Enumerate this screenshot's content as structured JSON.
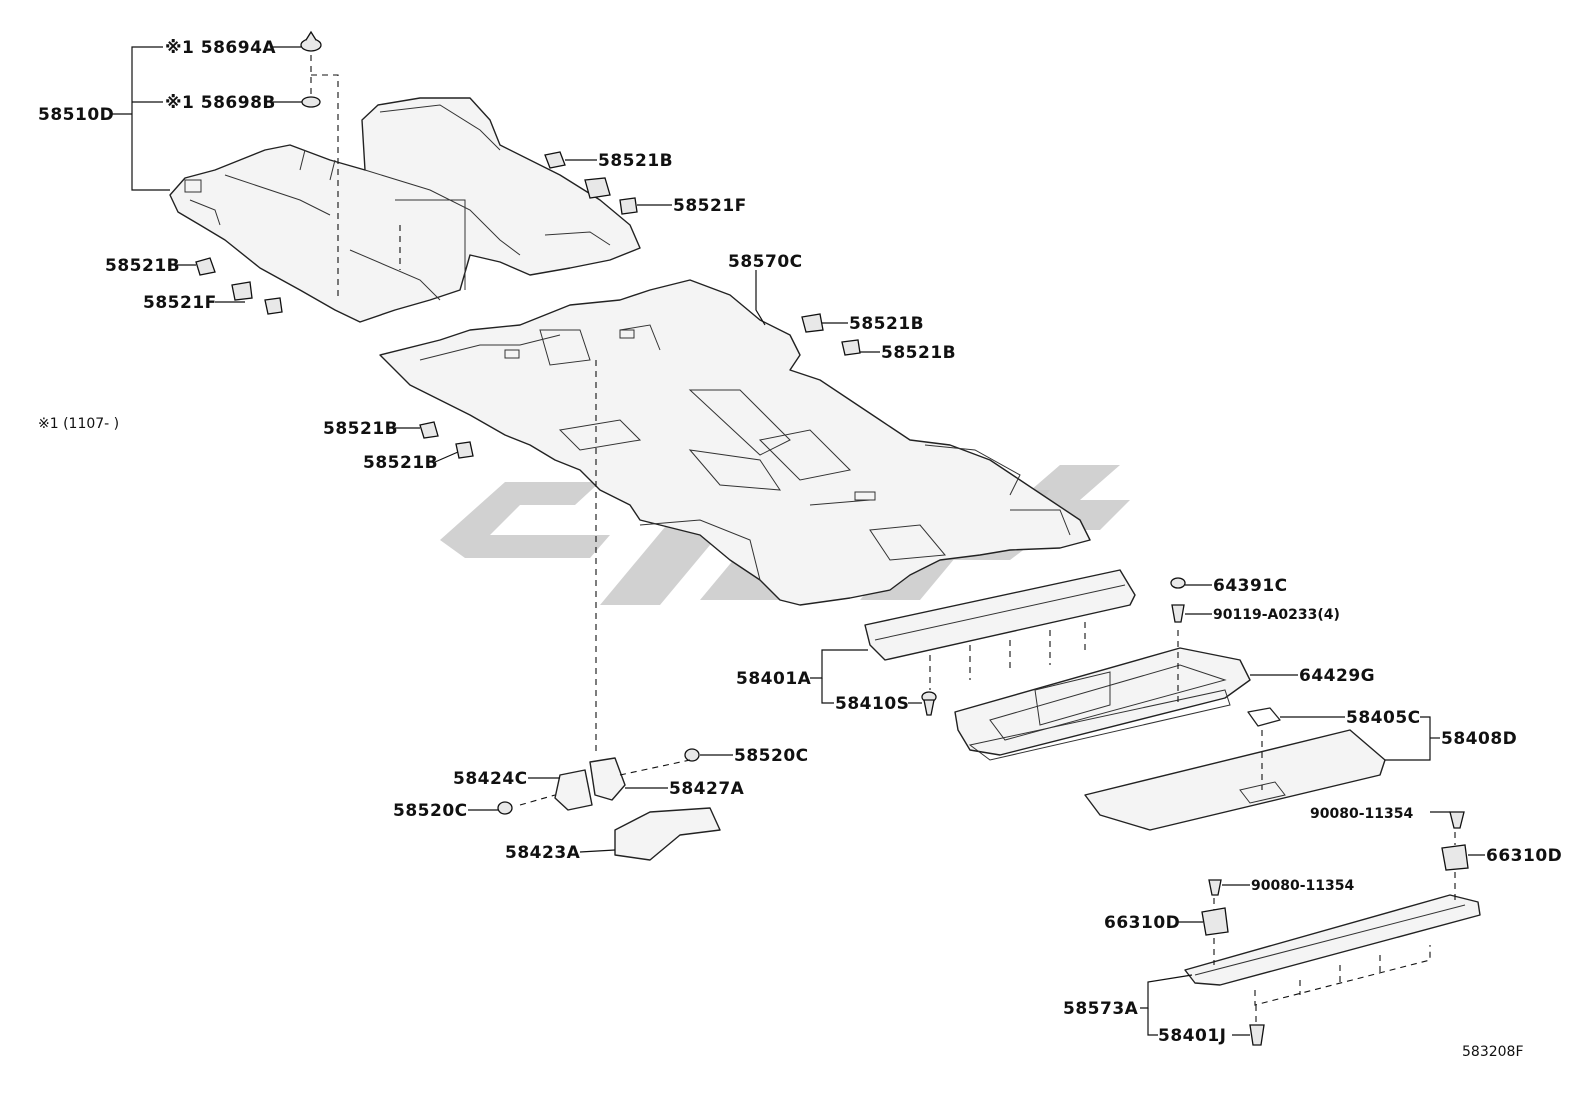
{
  "diagram": {
    "figure_code": "583208F",
    "note": "※1 (1107-    )",
    "labels": {
      "p58694A": "※1 58694A",
      "p58698B": "※1 58698B",
      "p58510D": "58510D",
      "p58521B_a": "58521B",
      "p58521F_a": "58521F",
      "p58521B_b": "58521B",
      "p58521F_b": "58521F",
      "p58570C": "58570C",
      "p58521B_c": "58521B",
      "p58521B_d": "58521B",
      "p58521B_e": "58521B",
      "p58521B_f": "58521B",
      "p64391C": "64391C",
      "p90119": "90119-A0233(4)",
      "p64429G": "64429G",
      "p58401A": "58401A",
      "p58410S": "58410S",
      "p58405C": "58405C",
      "p58408D": "58408D",
      "p58520C_a": "58520C",
      "p58424C": "58424C",
      "p58427A": "58427A",
      "p58520C_b": "58520C",
      "p58423A": "58423A",
      "p90080_a": "90080-11354",
      "p66310D_a": "66310D",
      "p90080_b": "90080-11354",
      "p66310D_b": "66310D",
      "p58573A": "58573A",
      "p58401J": "58401J"
    }
  }
}
